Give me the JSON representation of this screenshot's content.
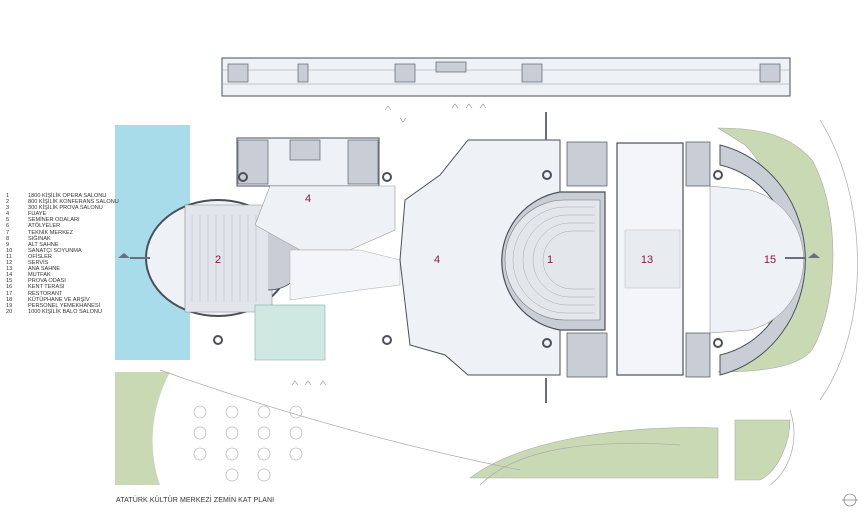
{
  "title": "ATATÜRK KÜLTÜR MERKEZİ ZEMİN KAT PLANI",
  "legend": [
    {
      "num": "1",
      "text": "1800 KİŞİLİK OPERA SALONU"
    },
    {
      "num": "2",
      "text": "800 KİŞİLİK KONFERANS SALONU"
    },
    {
      "num": "3",
      "text": "300 KİŞİLİK PROVA SALONU"
    },
    {
      "num": "4",
      "text": "FUAYE"
    },
    {
      "num": "5",
      "text": "SEMİNER ODALARI"
    },
    {
      "num": "6",
      "text": "ATÖLYELER"
    },
    {
      "num": "7",
      "text": "TEKNİK MERKEZ"
    },
    {
      "num": "8",
      "text": "SIĞINAK"
    },
    {
      "num": "9",
      "text": "ALT SAHNE"
    },
    {
      "num": "10",
      "text": "SANATÇI SOYUNMA"
    },
    {
      "num": "11",
      "text": "OFİSLER"
    },
    {
      "num": "12",
      "text": "SERVİS"
    },
    {
      "num": "13",
      "text": "ANA SAHNE"
    },
    {
      "num": "14",
      "text": "MUTFAK"
    },
    {
      "num": "15",
      "text": "PROVA ODASI"
    },
    {
      "num": "16",
      "text": "KENT TERASI"
    },
    {
      "num": "17",
      "text": "RESTORANT"
    },
    {
      "num": "18",
      "text": "KÜTÜPHANE VE ARŞİV"
    },
    {
      "num": "19",
      "text": "PERSONEL YEMEKHANESİ"
    },
    {
      "num": "20",
      "text": "1000 KİŞİLİK BALO SALONU"
    }
  ],
  "plan_labels": {
    "conference_hall": "2",
    "foyer_west": "4",
    "foyer_main": "4",
    "opera_hall": "1",
    "main_stage": "13",
    "rehearsal_rooms": "15"
  },
  "colors": {
    "water": "#a8dcea",
    "landscape": "#c9d9b4",
    "floor": "#eef1f5",
    "rooms": "#c9ced6",
    "walls": "#4a505a",
    "label": "#8b1a3a"
  }
}
